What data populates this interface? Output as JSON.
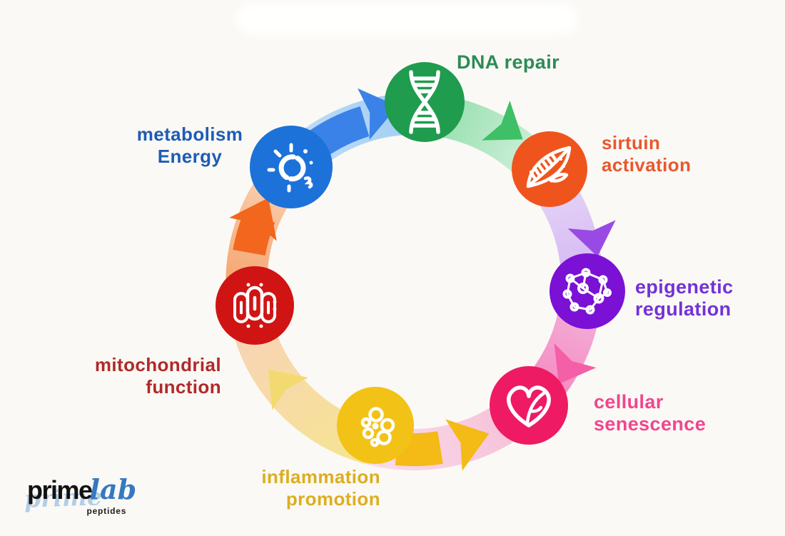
{
  "background_color": "#fbf9f5",
  "cycle": {
    "description_nodes_clockwise_from_top": true,
    "nodes": [
      {
        "id": "dna-repair",
        "label_lines": [
          "DNA repair"
        ],
        "circle_color": "#1f9c4d",
        "label_color": "#2e8b57",
        "icon": "dna-icon"
      },
      {
        "id": "sirtuin-activation",
        "label_lines": [
          "sirtuin",
          "activation"
        ],
        "circle_color": "#f0541d",
        "label_color": "#e8582e",
        "icon": "feather-icon"
      },
      {
        "id": "epigenetic-regulation",
        "label_lines": [
          "epigenetic",
          "regulation"
        ],
        "circle_color": "#7b11d4",
        "label_color": "#7331d8",
        "icon": "network-icon"
      },
      {
        "id": "cellular-senescence",
        "label_lines": [
          "cellular",
          "senescence"
        ],
        "circle_color": "#ee1b64",
        "label_color": "#f0468e",
        "icon": "heart-leaf-icon"
      },
      {
        "id": "inflammation-promotion",
        "label_lines": [
          "inflammation",
          "promotion"
        ],
        "circle_color": "#f2c217",
        "label_color": "#dcae20",
        "icon": "cells-icon"
      },
      {
        "id": "mitochondrial-function",
        "label_lines": [
          "mitochondrial",
          "function"
        ],
        "circle_color": "#d01414",
        "label_color": "#b02a2a",
        "icon": "mitochondria-icon"
      },
      {
        "id": "metabolism-energy",
        "label_lines": [
          "metabolism",
          "Energy"
        ],
        "circle_color": "#1c72d8",
        "label_color": "#1d5cb5",
        "icon": "energy-icon"
      }
    ],
    "arrows": [
      {
        "name": "metabolism-to-dna-repair",
        "color": "#3b82e8"
      },
      {
        "name": "dna-repair-to-sirtuin",
        "color": "#3fbf66"
      },
      {
        "name": "sirtuin-to-epigenetic",
        "color": "#9a4ae4"
      },
      {
        "name": "epigenetic-to-senescence",
        "color": "#f45fa8"
      },
      {
        "name": "inflammation-to-senescence",
        "color": "#f4ba16"
      },
      {
        "name": "inflammation-to-mitochondrial",
        "color": "#f3da70"
      },
      {
        "name": "mitochondrial-to-metabolism",
        "color": "#f2661d"
      }
    ]
  },
  "logo": {
    "prime": "prime",
    "lab": "lab",
    "tagline": "peptides"
  }
}
